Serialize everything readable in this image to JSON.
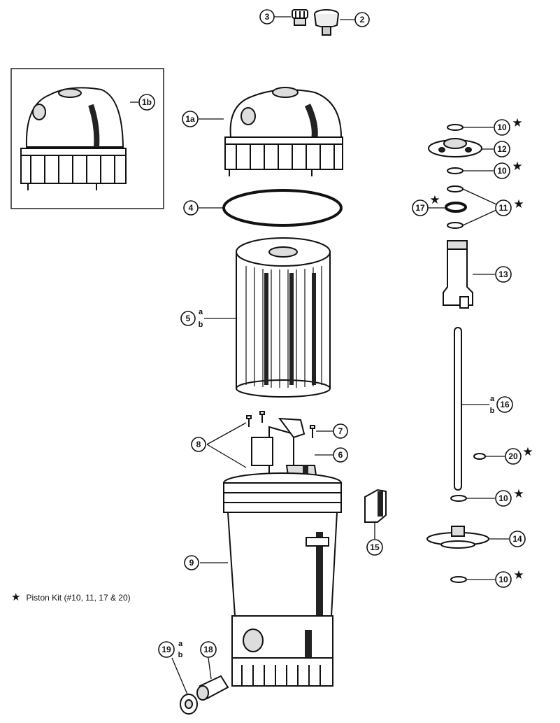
{
  "legend": {
    "star": "★",
    "text": "Piston Kit (#10, 11, 17 & 20)"
  },
  "callouts": [
    {
      "id": "c3",
      "label": "3",
      "sub": ""
    },
    {
      "id": "c2",
      "label": "2",
      "sub": ""
    },
    {
      "id": "c1b",
      "label": "1b",
      "sub": ""
    },
    {
      "id": "c1a",
      "label": "1a",
      "sub": ""
    },
    {
      "id": "c4",
      "label": "4",
      "sub": ""
    },
    {
      "id": "c5",
      "label": "5",
      "sub": "a/b"
    },
    {
      "id": "c7",
      "label": "7",
      "sub": ""
    },
    {
      "id": "c8",
      "label": "8",
      "sub": ""
    },
    {
      "id": "c6",
      "label": "6",
      "sub": ""
    },
    {
      "id": "c9",
      "label": "9",
      "sub": ""
    },
    {
      "id": "c15",
      "label": "15",
      "sub": ""
    },
    {
      "id": "c19",
      "label": "19",
      "sub": "a/b"
    },
    {
      "id": "c18",
      "label": "18",
      "sub": ""
    },
    {
      "id": "c10a",
      "label": "10",
      "sub": ""
    },
    {
      "id": "c12",
      "label": "12",
      "sub": ""
    },
    {
      "id": "c10b",
      "label": "10",
      "sub": ""
    },
    {
      "id": "c17",
      "label": "17",
      "sub": ""
    },
    {
      "id": "c11",
      "label": "11",
      "sub": ""
    },
    {
      "id": "c13",
      "label": "13",
      "sub": ""
    },
    {
      "id": "c16",
      "label": "16",
      "sub": "a/b"
    },
    {
      "id": "c20",
      "label": "20",
      "sub": ""
    },
    {
      "id": "c10c",
      "label": "10",
      "sub": ""
    },
    {
      "id": "c14",
      "label": "14",
      "sub": ""
    },
    {
      "id": "c10d",
      "label": "10",
      "sub": ""
    }
  ],
  "sub_labels": {
    "a": "a",
    "b": "b"
  },
  "colors": {
    "line": "#111111",
    "background": "#ffffff"
  }
}
